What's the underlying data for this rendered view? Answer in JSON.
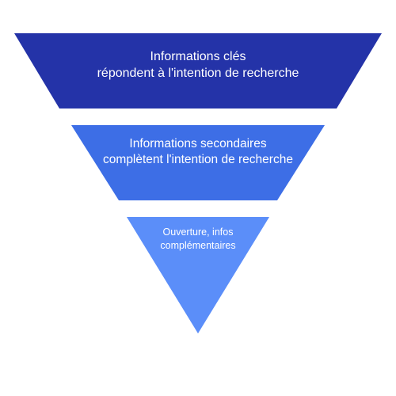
{
  "colors": {
    "background": "#ffffff",
    "tier1": "#2433a8",
    "tier2": "#3d6ee6",
    "tier3": "#5b8ef9",
    "text": "#ffffff"
  },
  "tiers": [
    {
      "title": "Informations clés",
      "subtitle": "répondent à l'intention de recherche"
    },
    {
      "title": "Informations secondaires",
      "subtitle": "complètent l'intention de recherche"
    },
    {
      "title": "Ouverture, infos complémentaires",
      "subtitle": ""
    }
  ]
}
